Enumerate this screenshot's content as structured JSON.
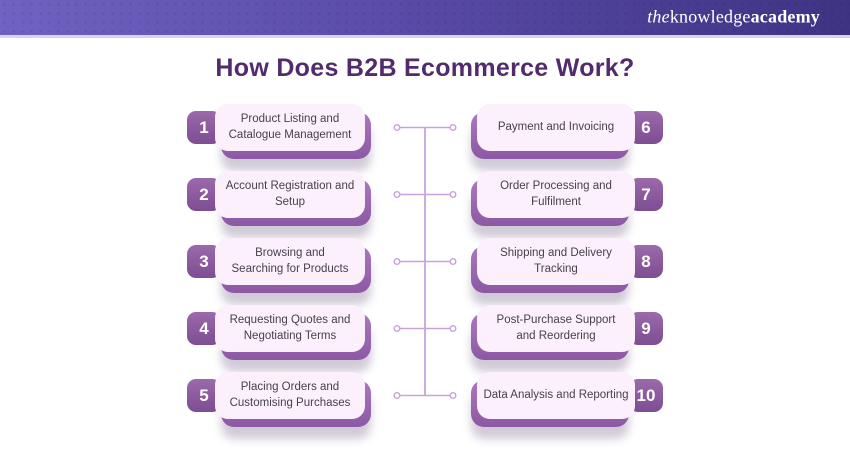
{
  "brand": {
    "logo_the": "the",
    "logo_knowledge": "knowledge",
    "logo_academy": "academy"
  },
  "title": "How Does B2B Ecommerce Work?",
  "steps": {
    "left": [
      {
        "number": "1",
        "label": "Product Listing and\nCatalogue Management"
      },
      {
        "number": "2",
        "label": "Account Registration and\nSetup"
      },
      {
        "number": "3",
        "label": "Browsing and\nSearching for Products"
      },
      {
        "number": "4",
        "label": "Requesting Quotes and\nNegotiating Terms"
      },
      {
        "number": "5",
        "label": "Placing Orders and\nCustomising Purchases"
      }
    ],
    "right": [
      {
        "number": "6",
        "label": "Payment and Invoicing"
      },
      {
        "number": "7",
        "label": "Order Processing and\nFulfilment"
      },
      {
        "number": "8",
        "label": "Shipping and Delivery\nTracking"
      },
      {
        "number": "9",
        "label": "Post-Purchase Support\nand Reordering"
      },
      {
        "number": "10",
        "label": "Data Analysis and Reporting"
      }
    ]
  },
  "palette": {
    "header_left": "#6f62c0",
    "header_right": "#3e3383",
    "header_divider": "#d8d2ec",
    "title": "#522b6d",
    "badge": "#8a5aa0",
    "card_bg": "#fbf0fc",
    "card_shadow": "#8c58a3",
    "connector": "#c9a2da",
    "text": "#47414d"
  }
}
